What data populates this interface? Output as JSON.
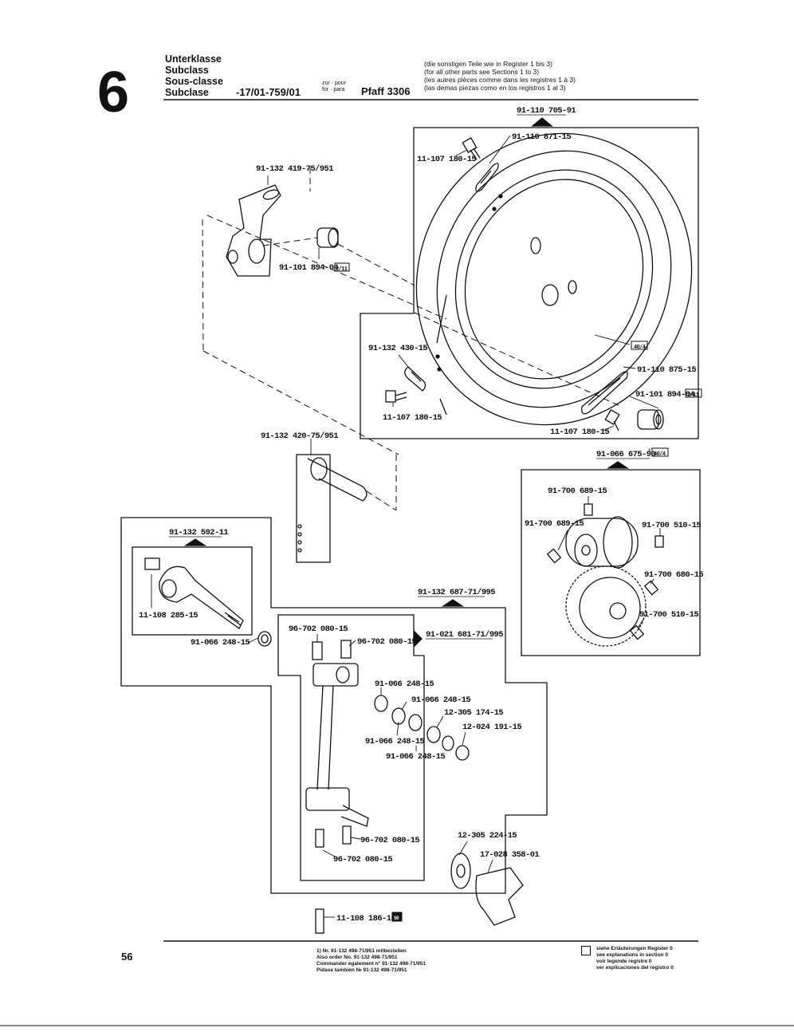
{
  "header": {
    "section_number": "6",
    "class_labels": [
      "Unterklasse",
      "Subclass",
      "Sous-classe",
      "Subclase"
    ],
    "class_code": "-17/01-759/01",
    "for_labels": [
      "zur · pour",
      "for · para"
    ],
    "model": "Pfaff 3306",
    "notes": [
      "(die sonstigen Teile wie in Register 1 bis 3)",
      "(for all other parts see Sections 1 to 3)",
      "(les autres pièces comme dans les registres 1 à 3)",
      "(las demas piezas como en los registros 1 al 3)"
    ]
  },
  "parts": {
    "p1": "91-110 705-91",
    "p2": "91-110 871-15",
    "p3": "11-107 180-15",
    "p4": "91-132 419-75/951",
    "p5": "91-101 894-04",
    "p6": "91-132 430-15",
    "p7": "40/4",
    "p8": "91-110 875-15",
    "p9": "91-101 894-04",
    "p10": "11-107 180-15",
    "p11": "11-107 180-15",
    "p12": "91-132 420-75/951",
    "p13": "91-066 675-90",
    "p14": "91-700 689-15",
    "p15": "91-700 689-15",
    "p16": "91-700 510-15",
    "p17": "91-700 680-15",
    "p18": "91-700 510-15",
    "p19": "91-132 592-11",
    "p20": "11-108 285-15",
    "p21": "91-066 248-15",
    "p22": "91-132 687-71/995",
    "p23": "96-702 080-15",
    "p24": "96-702 080-15",
    "p25": "91-021 681-71/995",
    "p26": "91-066 248-15",
    "p27": "91-066 248-15",
    "p28": "12-305 174-15",
    "p29": "12-024 191-15",
    "p30": "91-066 248-15",
    "p31": "91-066 248-15",
    "p32": "96-702 080-15",
    "p33": "96-702 080-15",
    "p34": "12-305 224-15",
    "p35": "17-028 358-01",
    "p36": "11-108 186-15",
    "ref_2_11": "2/11",
    "ref_40_4": "40/4",
    "ref_50": "50",
    "footnote_mark": "1)"
  },
  "footer": {
    "page_number": "56",
    "footnote": [
      "1)  Nr. 91-132 498-71/951 mitbestellen",
      "Also order No. 91-132 498-71/951",
      "Commander également n° 91-132 498-71/951",
      "Pidase también № 91-132 498-71/951"
    ],
    "legend": [
      "siehe Erläuterungen Register 0",
      "see explanations in section 0",
      "voir legende registre 0",
      "ver explicaciones del registro 0"
    ]
  }
}
